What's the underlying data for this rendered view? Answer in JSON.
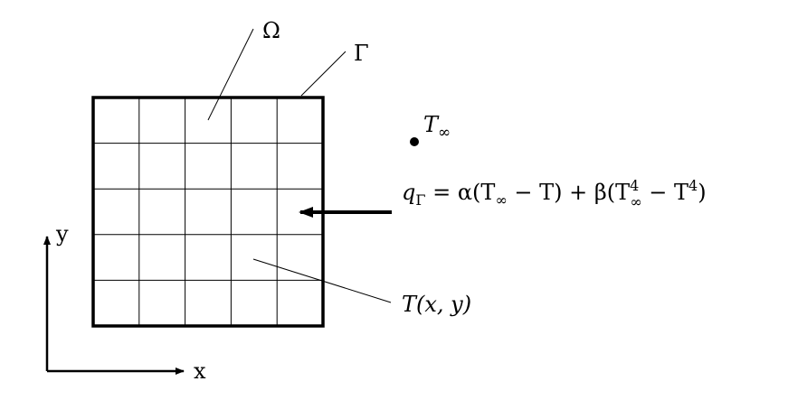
{
  "labels": {
    "domain": "Ω",
    "boundary": "Γ",
    "ambient_T": "T",
    "ambient_sub": "∞",
    "equation": {
      "lhs": "q",
      "lhs_sub": "Γ",
      "rhs_a": " = α(T",
      "sub1": "∞",
      "rhs_b": " − T) + β(T",
      "sup1": "4",
      "sub2": "∞",
      "rhs_c": " − T",
      "sup2": "4",
      "rhs_d": ")"
    },
    "field": "T(x, y)",
    "axis_x": "x",
    "axis_y": "y"
  },
  "grid": {
    "rows": 5,
    "cols": 5
  }
}
